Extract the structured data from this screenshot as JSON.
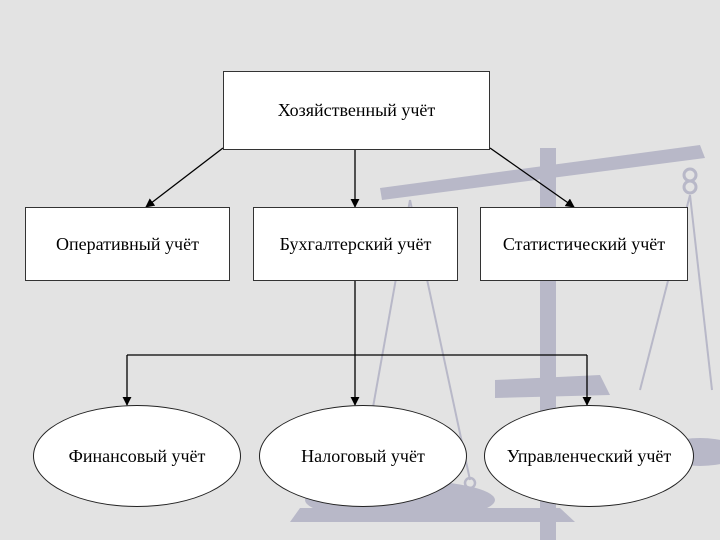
{
  "colors": {
    "background": "#e3e3e3",
    "scales": "#b8b8c8",
    "line": "#000000",
    "node": "#ffffff"
  },
  "top": {
    "label": "Хозяйственный учёт"
  },
  "level2": [
    {
      "label": "Оперативный учёт"
    },
    {
      "label": "Бухгалтерский учёт"
    },
    {
      "label": "Статистический учёт"
    }
  ],
  "level3": [
    {
      "label": "Финансовый учёт"
    },
    {
      "label": "Налоговый учёт"
    },
    {
      "label": "Управленческий учёт"
    }
  ]
}
